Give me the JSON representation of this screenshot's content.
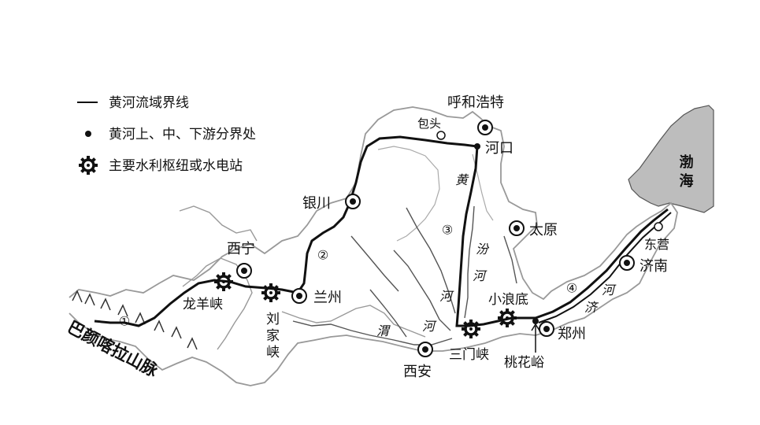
{
  "legend": {
    "boundary_line": "黄河流域界线",
    "division_point": "黄河上、中、下游分界处",
    "hydro_station": "主要水利枢纽或水电站"
  },
  "cities": {
    "hohhot": "呼和浩特",
    "baotou": "包头",
    "yinchuan": "银川",
    "xining": "西宁",
    "lanzhou": "兰州",
    "taiyuan": "太原",
    "xian": "西安",
    "zhengzhou": "郑州",
    "jinan": "济南",
    "dongying": "东营"
  },
  "places": {
    "hekou": "河口",
    "taohuayu": "桃花峪",
    "longyangxia": "龙羊峡",
    "liujiaxia": "刘家峡",
    "sanmenxia": "三门峡",
    "xiaolangdi": "小浪底",
    "bayankala": "巴颜喀拉山脉",
    "bohai": "渤海"
  },
  "rivers": {
    "yellow_river": "黄河",
    "fen_river": "汾河",
    "wei_river": "渭河",
    "ji_river": "济河"
  },
  "section_markers": [
    "①",
    "②",
    "③",
    "④"
  ]
}
